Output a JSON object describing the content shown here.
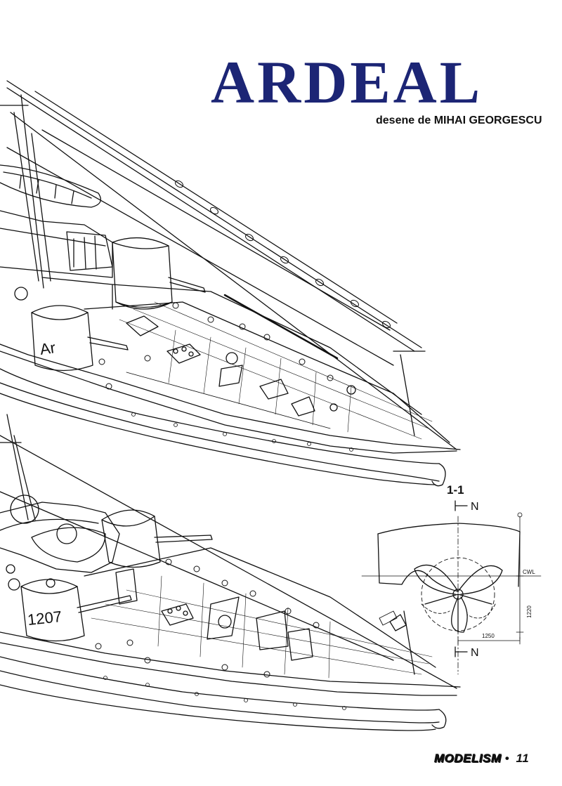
{
  "header": {
    "title": "ARDEAL",
    "byline": "desene de MIHAI GEORGESCU"
  },
  "drawings": {
    "upper_hull_marking": "Ar",
    "lower_hull_number": "1207"
  },
  "section": {
    "label": "1-1",
    "cut_letter_top": "N",
    "cut_letter_bottom": "N",
    "waterline": "CWL",
    "dim_vertical": "1220",
    "dim_horizontal": "1250"
  },
  "footer": {
    "magazine": "MODELISM",
    "page": "11"
  },
  "colors": {
    "title": "#1c2575",
    "ink": "#111111",
    "paper": "#ffffff"
  }
}
